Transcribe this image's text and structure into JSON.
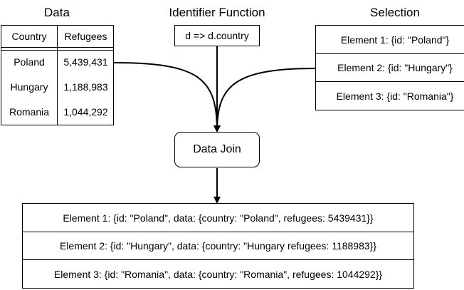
{
  "headings": {
    "data": "Data",
    "identifier_function": "Identifier Function",
    "selection": "Selection"
  },
  "data_table": {
    "columns": [
      "Country",
      "Refugees"
    ],
    "rows": [
      {
        "country": "Poland",
        "refugees": "5,439,431"
      },
      {
        "country": "Hungary",
        "refugees": "1,188,983"
      },
      {
        "country": "Romania",
        "refugees": "1,044,292"
      }
    ]
  },
  "identifier_function": {
    "code": "d => d.country"
  },
  "selection": {
    "items": [
      "Element 1: {id: \"Poland\"}",
      "Element 2: {id: \"Hungary\"}",
      "Element 3: {id: \"Romania\"}"
    ]
  },
  "data_join": {
    "label": "Data Join"
  },
  "result": {
    "items": [
      "Element 1: {id: \"Poland\", data: {country: \"Poland\", refugees: 5439431}}",
      "Element 2: {id: \"Hungary\", data: {country: \"Hungary refugees: 1188983}}",
      "Element 3: {id: \"Romania\", data: {country: \"Romania\", refugees: 1044292}}"
    ]
  }
}
